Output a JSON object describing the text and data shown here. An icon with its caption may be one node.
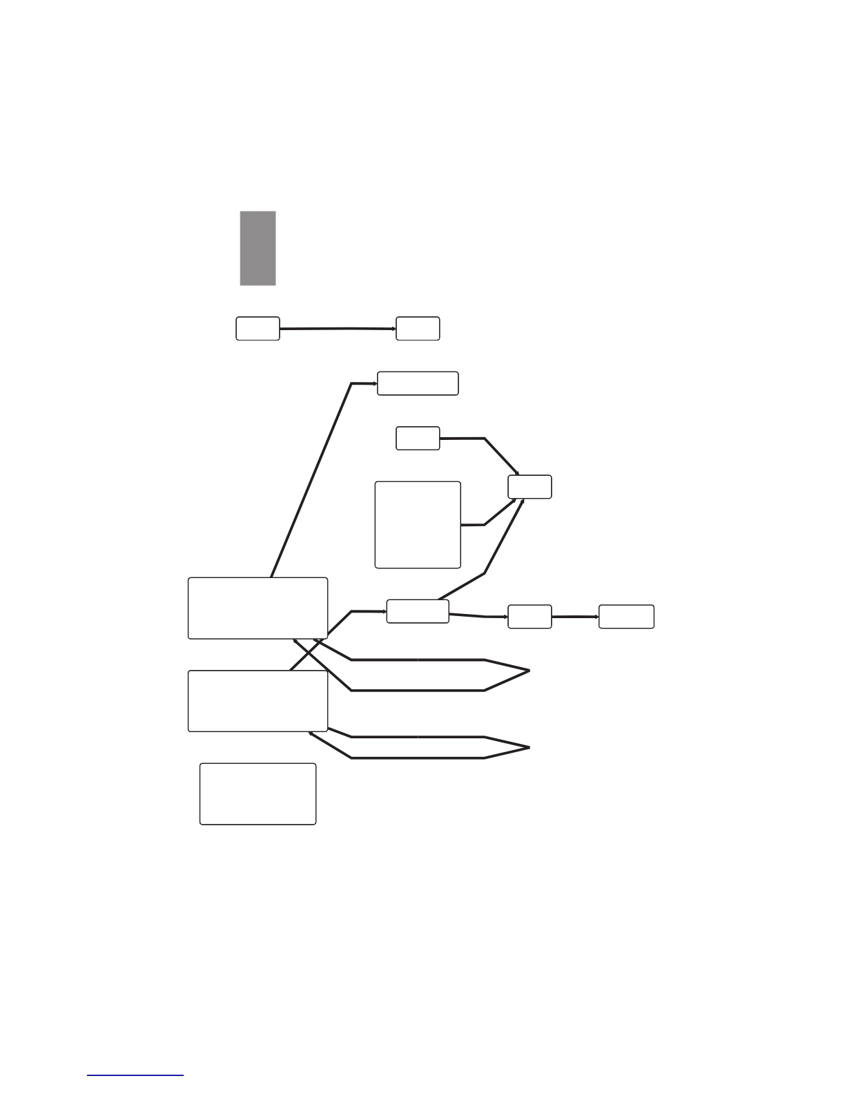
{
  "diagram": {
    "nodes": [
      {
        "text": [],
        "shape": "box"
      },
      {
        "text": [],
        "shape": "box"
      },
      {
        "text": [],
        "shape": "box"
      },
      {
        "text": [],
        "shape": "box"
      },
      {
        "text": [],
        "shape": "box"
      },
      {
        "text": [],
        "shape": "box"
      },
      {
        "text": [],
        "shape": "box"
      },
      {
        "text": [],
        "shape": "box"
      },
      {
        "text": [],
        "shape": "box"
      },
      {
        "text": [],
        "shape": "box"
      },
      {
        "text": [],
        "shape": "box"
      },
      {
        "text": [],
        "shape": "box"
      },
      {
        "text": [],
        "shape": "box"
      }
    ],
    "edges": [
      {
        "from": 1,
        "to": 2,
        "arrow": "to"
      },
      {
        "from": 3,
        "to": 3,
        "arrow": "to"
      },
      {
        "from": 3,
        "to": 4,
        "arrow": "to"
      },
      {
        "from": 6,
        "to": 7,
        "arrow": "to"
      },
      {
        "from": 11,
        "to": 7,
        "arrow": "to"
      },
      {
        "from": 8,
        "to": 8,
        "arrow": "to"
      },
      {
        "from": 8,
        "to": 9,
        "arrow": "to"
      },
      {
        "from": 9,
        "to": 10,
        "arrow": "to"
      },
      {
        "from": 10,
        "to": 12,
        "arrow": "to"
      },
      {
        "from": 9,
        "to": 7,
        "arrow": "to"
      }
    ]
  }
}
